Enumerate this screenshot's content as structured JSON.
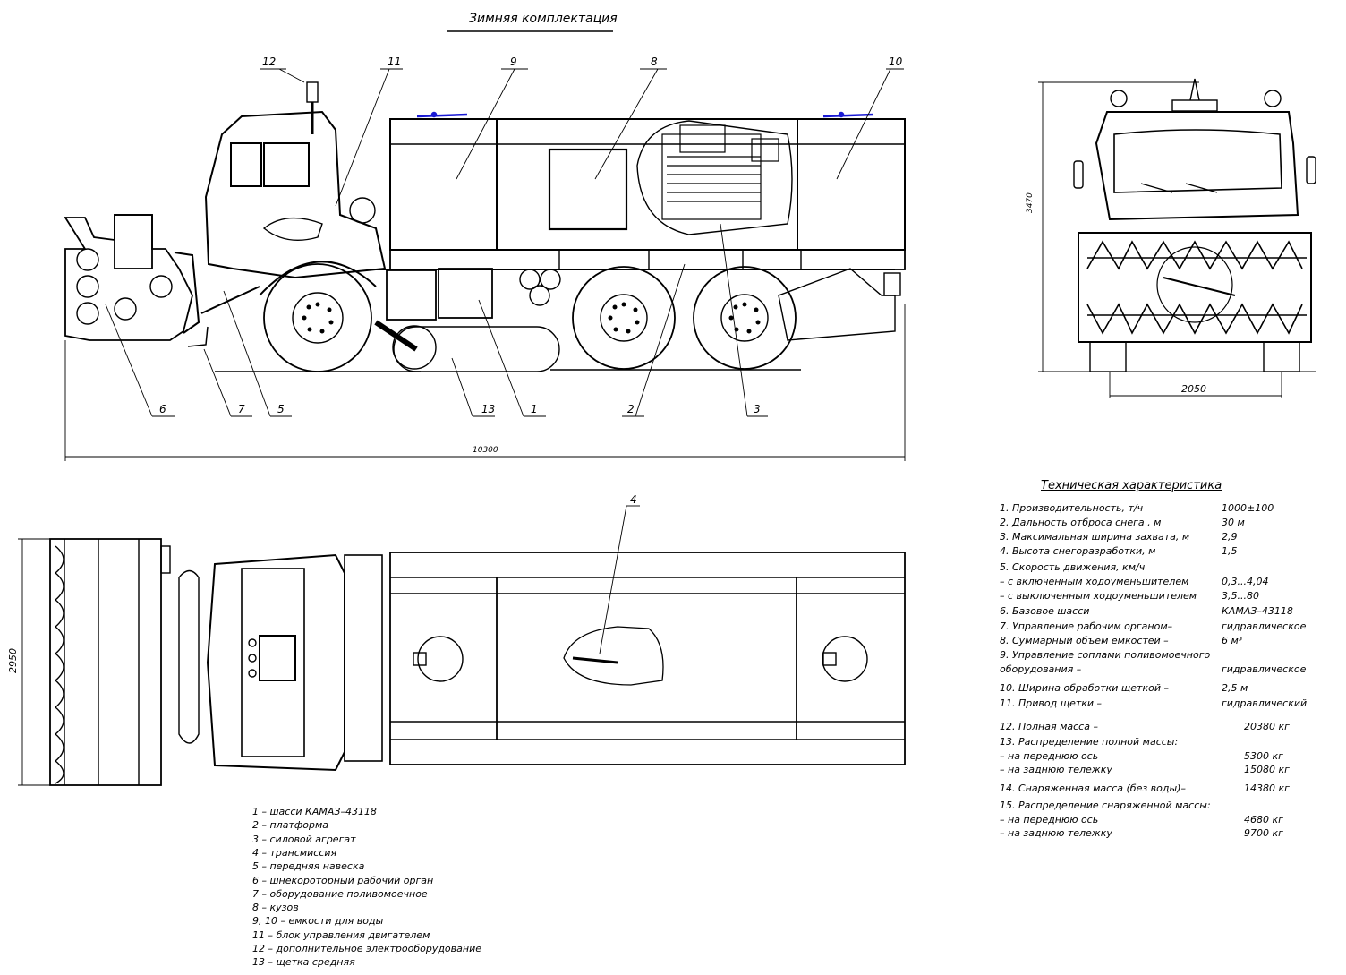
{
  "title": "Зимняя комплектация",
  "accent_color": "#1a1ad4",
  "callouts": {
    "side_view": [
      "12",
      "11",
      "9",
      "8",
      "10",
      "6",
      "7",
      "5",
      "13",
      "1",
      "2",
      "3"
    ],
    "top_view": [
      "4"
    ]
  },
  "dimensions": {
    "overall_length": "10300",
    "height": "3470",
    "track_width": "2050",
    "blower_width": "2950"
  },
  "specs": {
    "title": "Техническая характеристика",
    "rows": [
      {
        "label": "1. Производительность, т/ч",
        "value": "1000±100"
      },
      {
        "label": "2. Дальность отброса снега , м",
        "value": "30 м"
      },
      {
        "label": "3. Максимальная ширина захвата, м",
        "value": "2,9"
      },
      {
        "label": "4. Высота снегоразработки, м",
        "value": "1,5"
      },
      {
        "label": "5. Скорость движения, км/ч",
        "value": ""
      },
      {
        "label": "– с включенным ходоуменьшителем",
        "value": "0,3...4,04"
      },
      {
        "label": "– с выключенным ходоуменьшителем",
        "value": "3,5...80"
      },
      {
        "label": "6. Базовое шасси",
        "value": "КАМАЗ–43118"
      },
      {
        "label": "7. Управление рабочим органом–",
        "value": "гидравлическое"
      },
      {
        "label": "8. Суммарный объем емкостей –",
        "value": "6 м³"
      },
      {
        "label": "9. Управление соплами поливомоечного",
        "value": ""
      },
      {
        "label": "   оборудования –",
        "value": "гидравлическое"
      },
      {
        "label": "10. Ширина обработки щеткой –",
        "value": "2,5 м"
      },
      {
        "label": "11. Привод щетки –",
        "value": "гидравлический"
      },
      {
        "label": "12. Полная масса –",
        "value": "20380 кг"
      },
      {
        "label": "13. Распределение полной массы:",
        "value": ""
      },
      {
        "label": "     – на переднюю ось",
        "value": "5300 кг"
      },
      {
        "label": "     – на заднюю тележку",
        "value": "15080 кг"
      },
      {
        "label": "14. Снаряженная масса (без воды)–",
        "value": "14380 кг"
      },
      {
        "label": "15. Распределение снаряженной массы:",
        "value": ""
      },
      {
        "label": "     – на переднюю ось",
        "value": "4680 кг"
      },
      {
        "label": "     – на заднюю тележку",
        "value": "9700 кг"
      }
    ]
  },
  "legend": [
    "1 – шасси КАМАЗ–43118",
    "2 – платформа",
    "3 – силовой агрегат",
    "4 – трансмиссия",
    "5 – передняя навеска",
    "6 – шнекороторный рабочий орган",
    "7 – оборудование поливомоечное",
    "8 – кузов",
    "9, 10 – емкости для воды",
    "11 – блок управления двигателем",
    "12 – дополнительное электрооборудование",
    "13 – щетка средняя"
  ]
}
